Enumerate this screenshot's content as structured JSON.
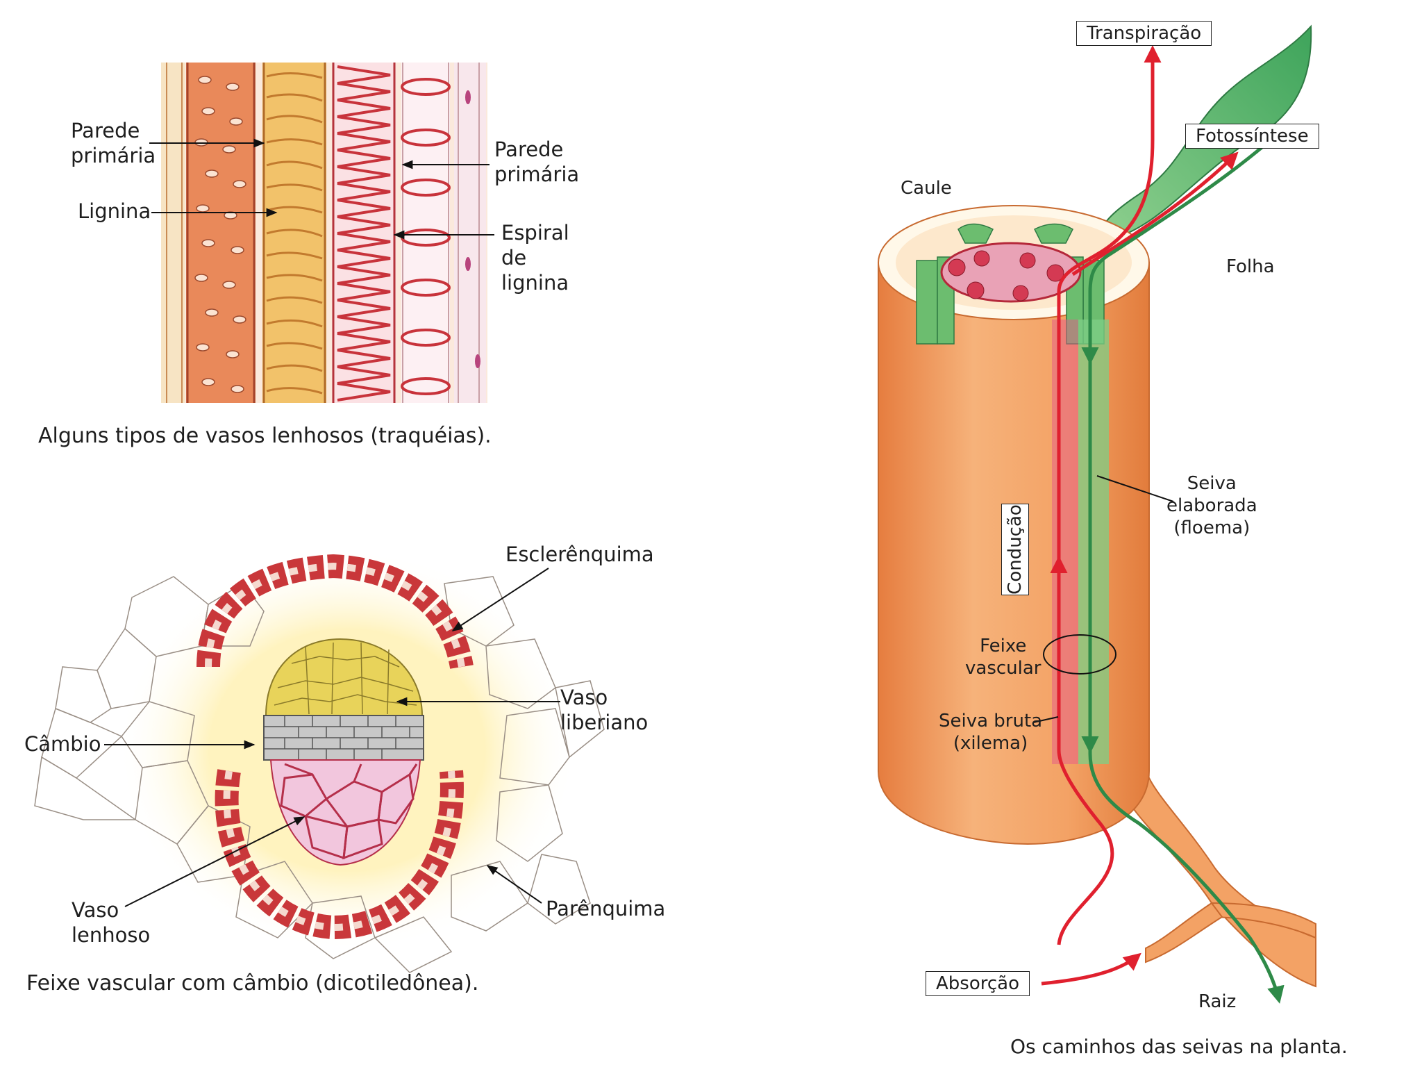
{
  "fig1": {
    "labels": {
      "parede_left": [
        "Parede",
        "primária"
      ],
      "lignina": "Lignina",
      "parede_right": [
        "Parede",
        "primária"
      ],
      "espiral": [
        "Espiral",
        "de",
        "lignina"
      ]
    },
    "caption": "Alguns tipos de vasos lenhosos (traquéias)."
  },
  "fig2": {
    "labels": {
      "esclerenquima": "Esclerênquima",
      "vaso_liberiano": [
        "Vaso",
        "liberiano"
      ],
      "cambio": "Câmbio",
      "vaso_lenhoso": [
        "Vaso",
        "lenhoso"
      ],
      "parenquima": "Parênquima"
    },
    "caption": "Feixe vascular com câmbio (dicotiledônea)."
  },
  "fig3": {
    "labels": {
      "transpiracao": "Transpiração",
      "fotossintese": "Fotossíntese",
      "caule": "Caule",
      "folha": "Folha",
      "seiva_elaborada": [
        "Seiva",
        "elaborada",
        "(floema)"
      ],
      "conducao": "Condução",
      "feixe_vascular": [
        "Feixe",
        "vascular"
      ],
      "seiva_bruta": [
        "Seiva bruta",
        "(xilema)"
      ],
      "absorcao": "Absorção",
      "raiz": "Raiz"
    },
    "caption": "Os caminhos das seivas na planta."
  },
  "colors": {
    "wood": "#e8874f",
    "xylem_red": "#e0202e",
    "phloem_green": "#3a9a55",
    "sclerenchyma": "#c9373a",
    "phloem_yellow": "#e8d35a"
  }
}
